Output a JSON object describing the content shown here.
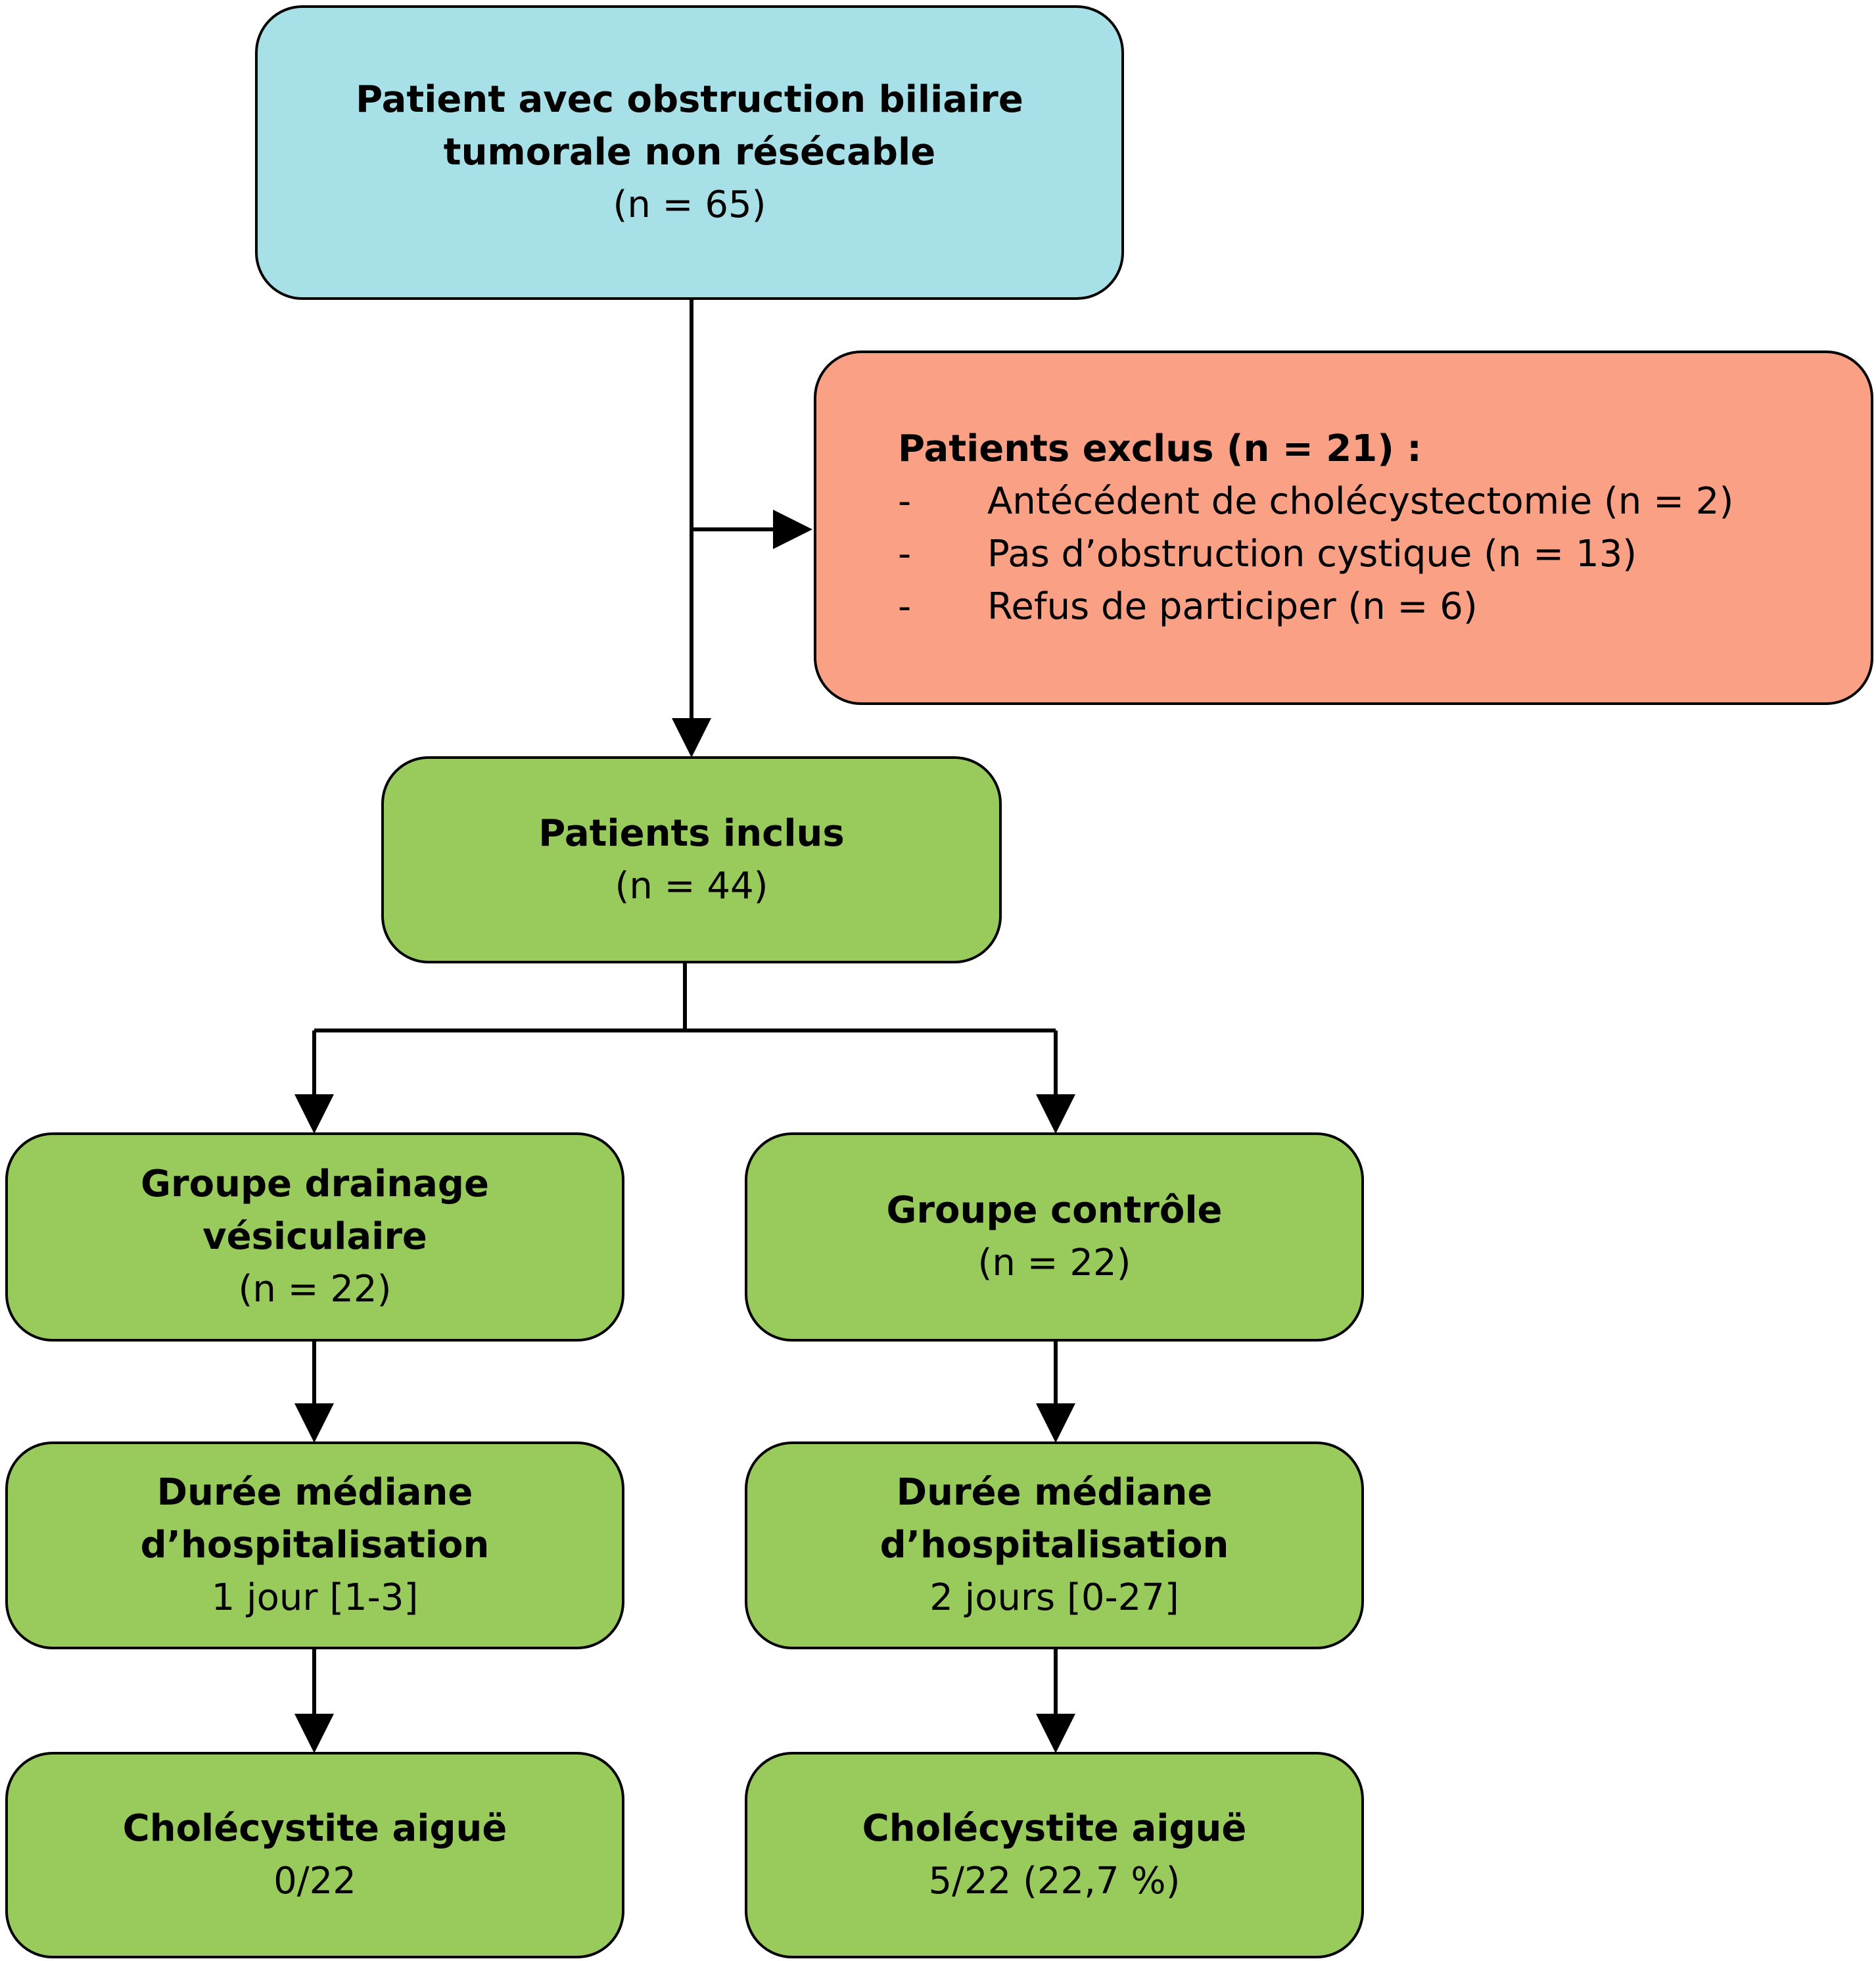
{
  "boxes": {
    "start": {
      "line1": "Patient avec obstruction biliaire",
      "line2": "tumorale non résécable",
      "count": "(n = 65)"
    },
    "excluded": {
      "title": "Patients exclus (n = 21) :",
      "items": [
        {
          "dash": "-",
          "text": "Antécédent de cholécystectomie (n = 2)"
        },
        {
          "dash": "-",
          "text": "Pas d’obstruction cystique (n = 13)"
        },
        {
          "dash": "-",
          "text": "Refus de participer (n = 6)"
        }
      ]
    },
    "included": {
      "title": "Patients inclus",
      "count": "(n = 44)"
    },
    "drainage_group": {
      "line1": "Groupe drainage",
      "line2": "vésiculaire",
      "count": "(n = 22)"
    },
    "control_group": {
      "title": "Groupe contrôle",
      "count": "(n = 22)"
    },
    "drainage_stay": {
      "line1": "Durée médiane",
      "line2": "d’hospitalisation",
      "value": "1 jour [1-3]"
    },
    "control_stay": {
      "line1": "Durée médiane",
      "line2": "d’hospitalisation",
      "value": "2 jours [0-27]"
    },
    "drainage_outcome": {
      "title": "Cholécystite aiguë",
      "value": "0/22"
    },
    "control_outcome": {
      "title": "Cholécystite aiguë",
      "value": "5/22 (22,7 %)"
    }
  },
  "colors": {
    "start": "#a8e0e8",
    "excluded": "#f9a085",
    "included": "#99cb5c",
    "stroke": "#000000"
  }
}
